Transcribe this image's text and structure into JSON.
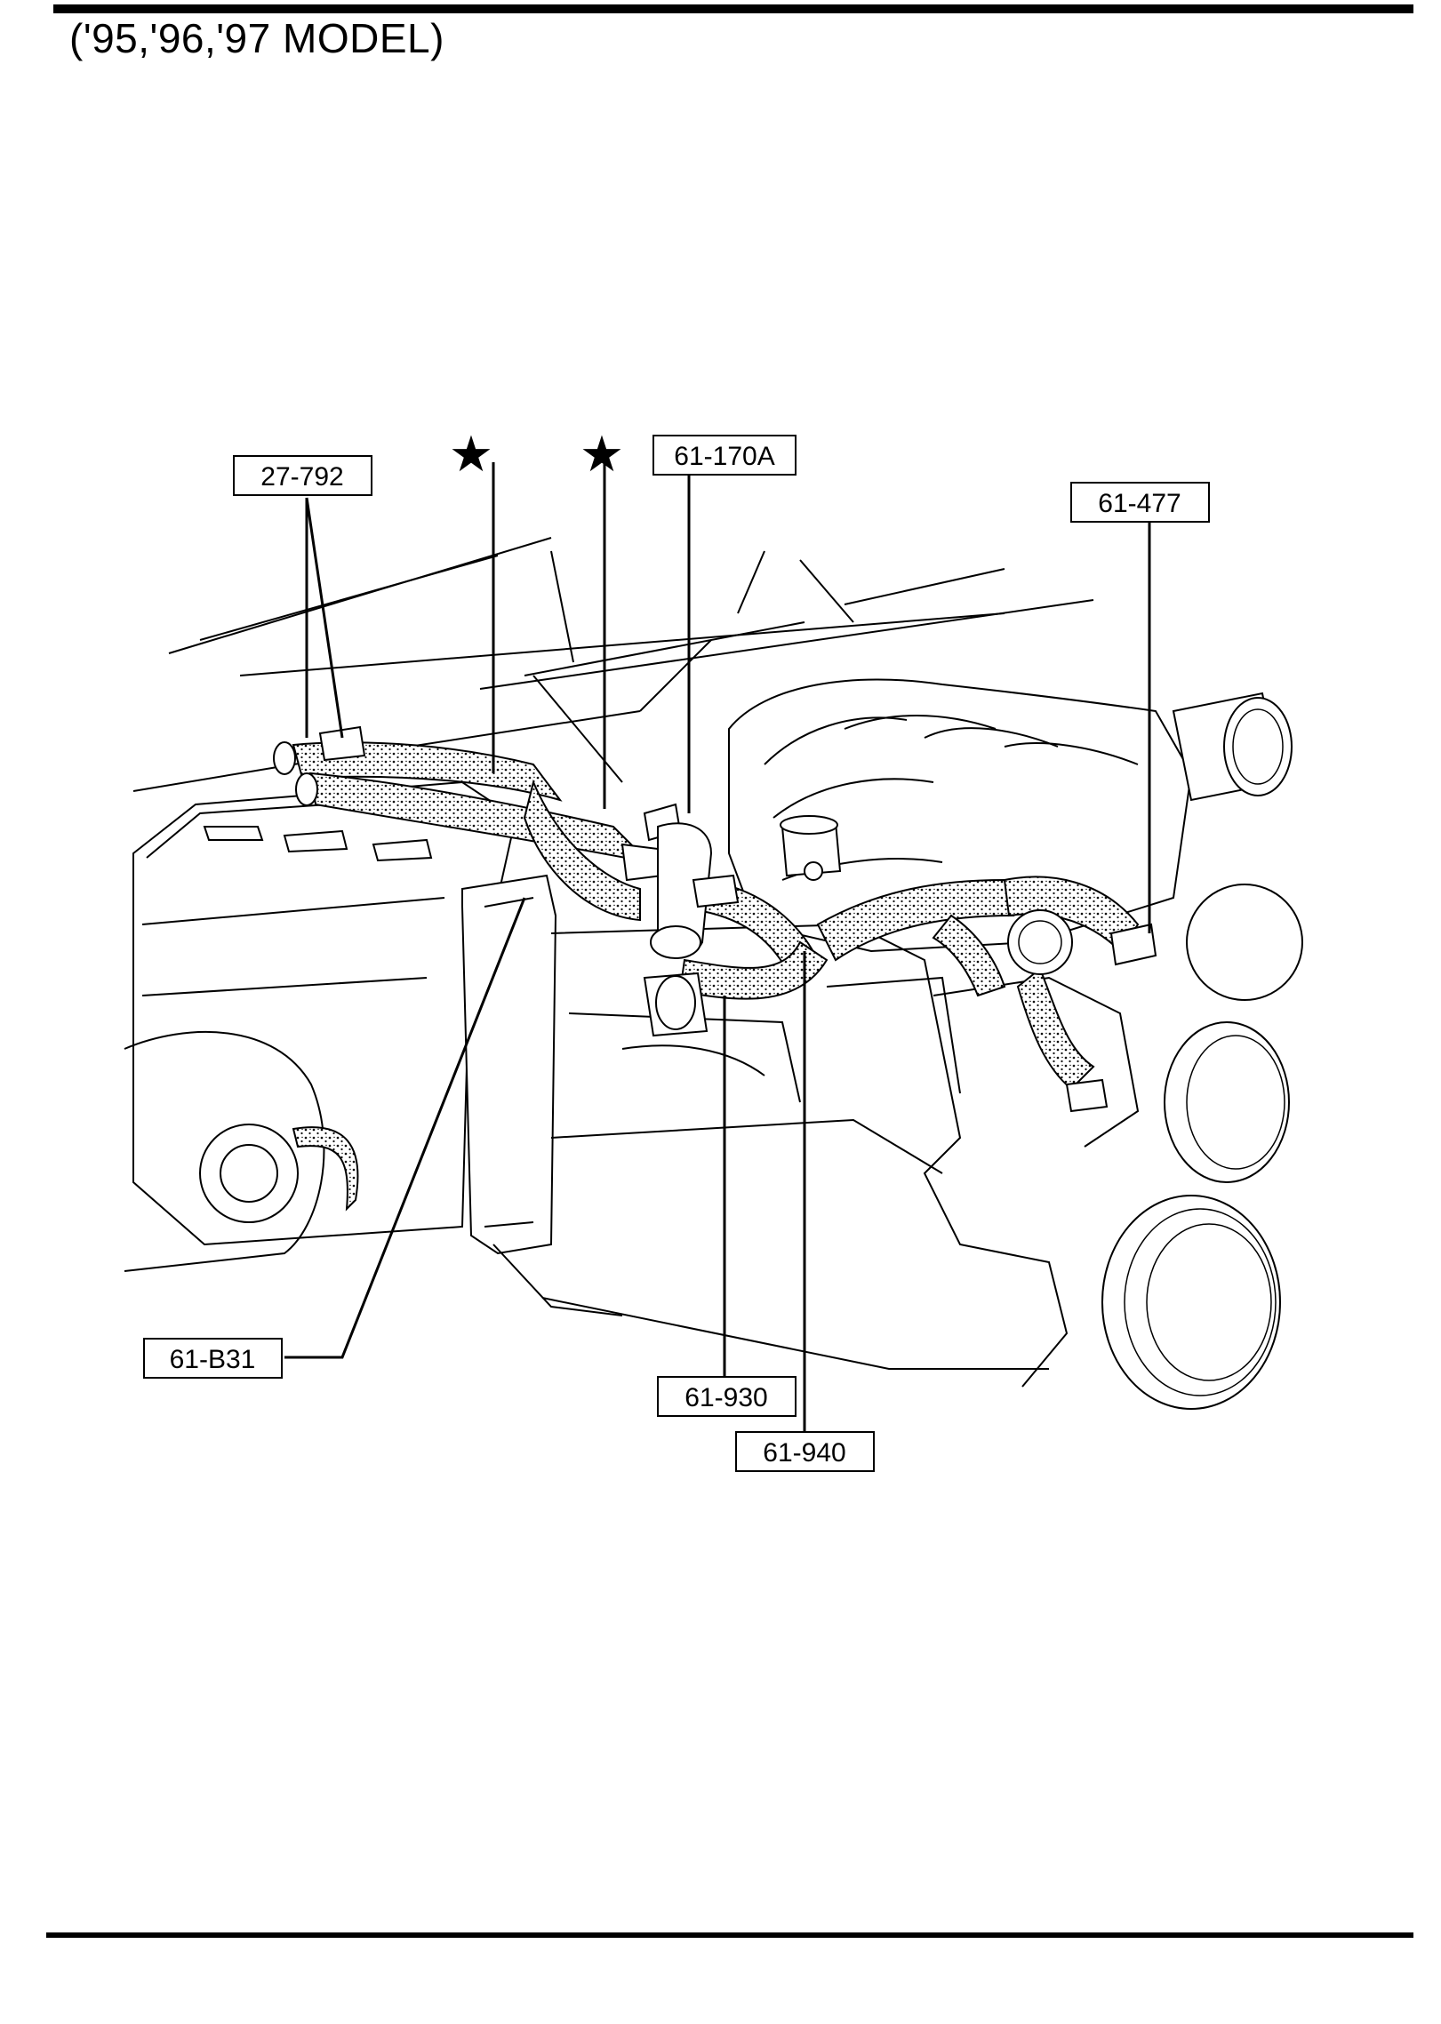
{
  "header": {
    "model_title": "('95,'96,'97 MODEL)"
  },
  "callouts": [
    {
      "id": "27-792",
      "label": "27-792"
    },
    {
      "id": "61-170A",
      "label": "61-170A"
    },
    {
      "id": "61-477",
      "label": "61-477"
    },
    {
      "id": "61-B31",
      "label": "61-B31"
    },
    {
      "id": "61-930",
      "label": "61-930"
    },
    {
      "id": "61-940",
      "label": "61-940"
    }
  ],
  "markers": [
    {
      "id": "star-1",
      "symbol": "★"
    },
    {
      "id": "star-2",
      "symbol": "★"
    }
  ]
}
